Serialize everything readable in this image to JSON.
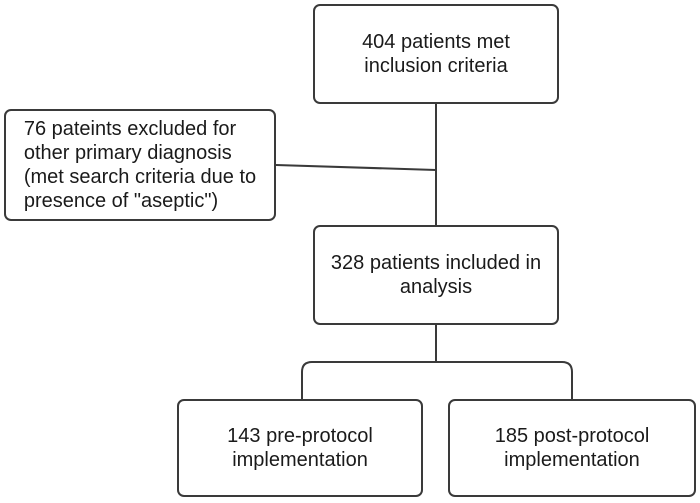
{
  "colors": {
    "line": "#3a3a3a",
    "text": "#1a1a1a",
    "background": "#ffffff"
  },
  "boxes": {
    "inclusion": "404 patients met\ninclusion criteria",
    "excluded": "76 pateints excluded for\nother primary diagnosis\n(met search criteria due to\npresence of \"aseptic\")",
    "included": "328 patients included in\nanalysis",
    "pre": "143 pre-protocol\nimplementation",
    "post": "185 post-protocol\nimplementation"
  }
}
